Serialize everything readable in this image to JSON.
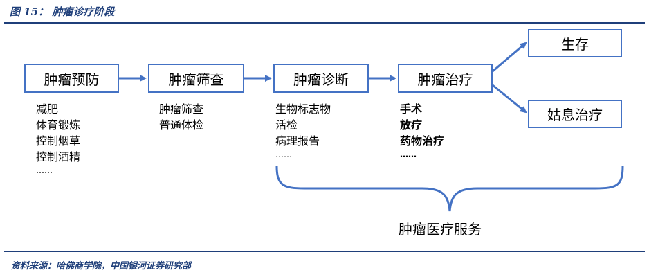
{
  "figure": {
    "title": "图 15：  肿瘤诊疗阶段",
    "source": "资料来源：哈佛商学院，中国银河证券研究部"
  },
  "stages": [
    {
      "label": "肿瘤预防",
      "items": [
        "减肥",
        "体育锻炼",
        "控制烟草",
        "控制酒精",
        "……"
      ]
    },
    {
      "label": "肿瘤筛查",
      "items": [
        "肿瘤筛查",
        "普通体检"
      ]
    },
    {
      "label": "肿瘤诊断",
      "items": [
        "生物标志物",
        "活检",
        "病理报告",
        "……"
      ]
    },
    {
      "label": "肿瘤治疗",
      "items": [
        "手术",
        "放疗",
        "药物治疗",
        "……"
      ]
    }
  ],
  "outcomes": [
    {
      "label": "生存"
    },
    {
      "label": "姑息治疗"
    }
  ],
  "service_label": "肿瘤医疗服务",
  "colors": {
    "accent": "#4472c4",
    "title": "#1f3f7a"
  }
}
